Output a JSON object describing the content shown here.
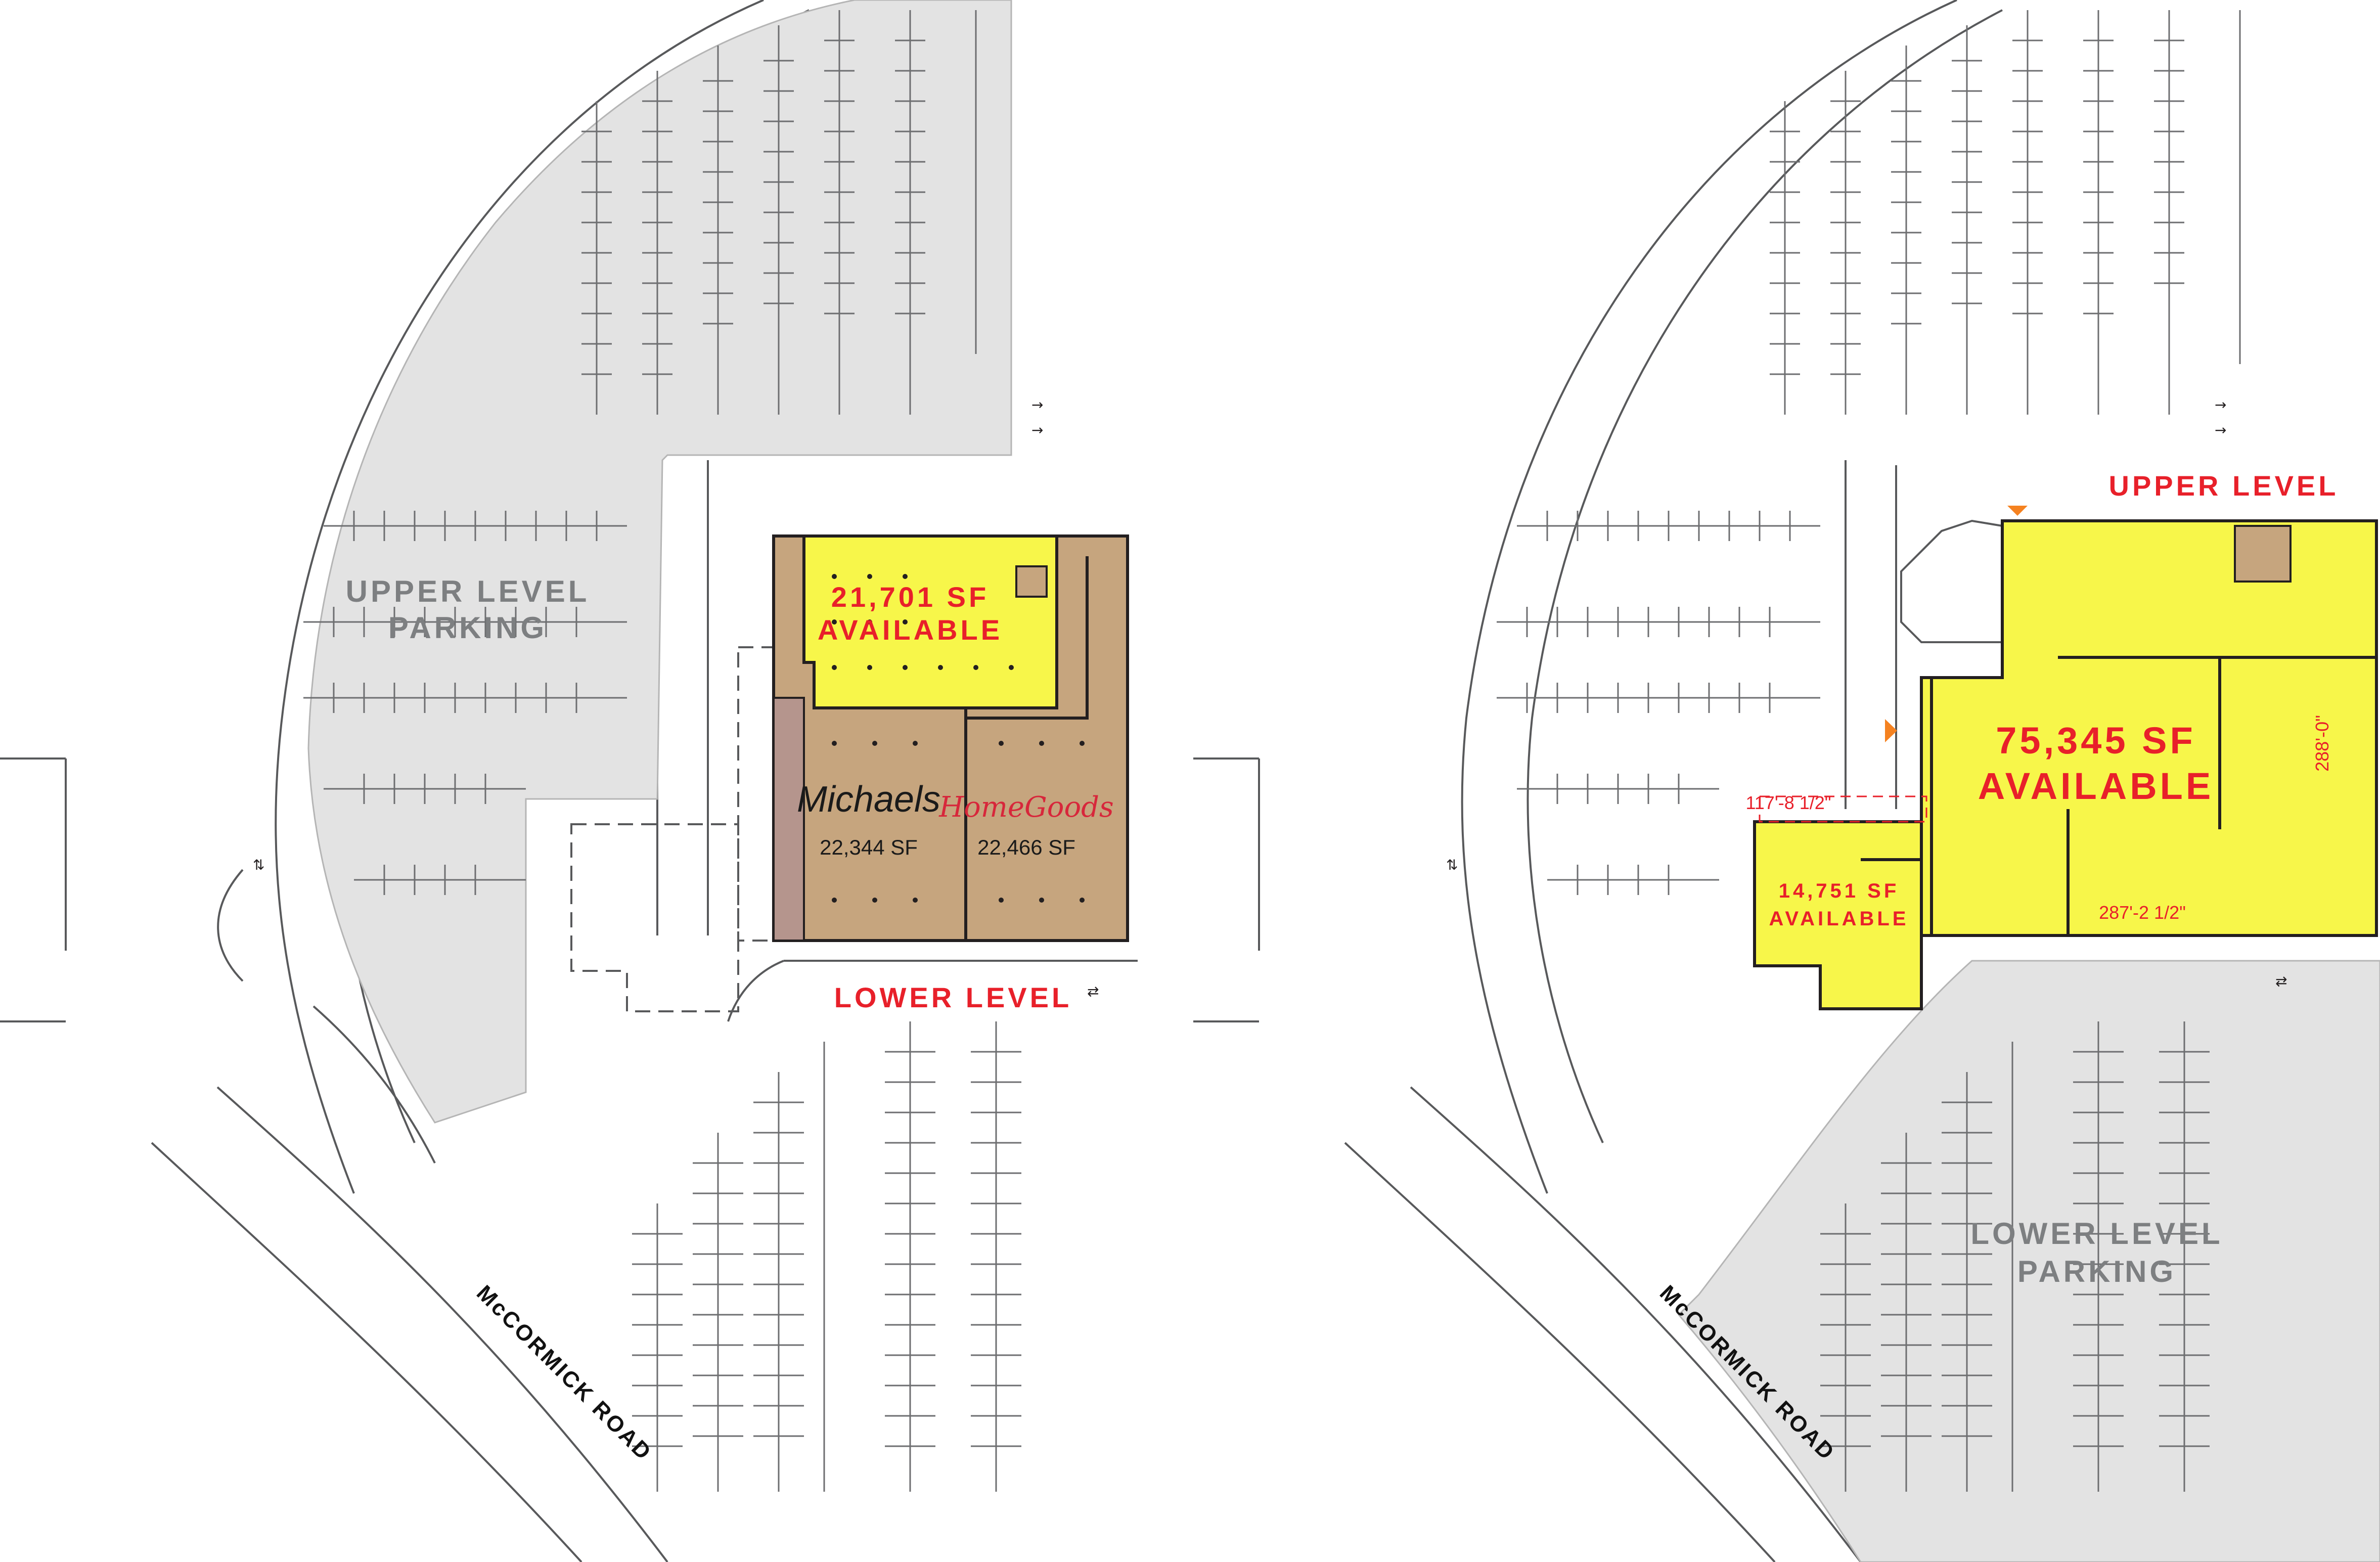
{
  "colors": {
    "available_yellow": "#f7f64a",
    "leased_tan": "#c6a57e",
    "parking_gray": "#e3e3e3",
    "label_red": "#e8202a",
    "label_gray": "#7d7f81",
    "homegoods_red": "#d7273b"
  },
  "left_plan": {
    "parking_label_line1": "UPPER LEVEL",
    "parking_label_line2": "PARKING",
    "available_sf": "21,701 SF",
    "available_word": "AVAILABLE",
    "level_label": "LOWER LEVEL",
    "tenants": [
      {
        "name": "Michaels",
        "sf": "22,344 SF"
      },
      {
        "name": "HomeGoods",
        "sf": "22,466 SF"
      }
    ],
    "road_label": "McCORMICK ROAD"
  },
  "right_plan": {
    "level_label": "UPPER LEVEL",
    "main_available_sf": "75,345 SF",
    "main_available_word": "AVAILABLE",
    "secondary_available_sf": "14,751 SF",
    "secondary_available_word": "AVAILABLE",
    "dimension_top": "117'-8 1/2\"",
    "dimension_side": "288'-0\"",
    "dimension_bottom": "287'-2 1/2\"",
    "parking_label_line1": "LOWER LEVEL",
    "parking_label_line2": "PARKING",
    "road_label": "McCORMICK ROAD"
  },
  "icons": [
    "arrow-icon",
    "accessible-parking-icon",
    "entrance-marker-icon"
  ]
}
